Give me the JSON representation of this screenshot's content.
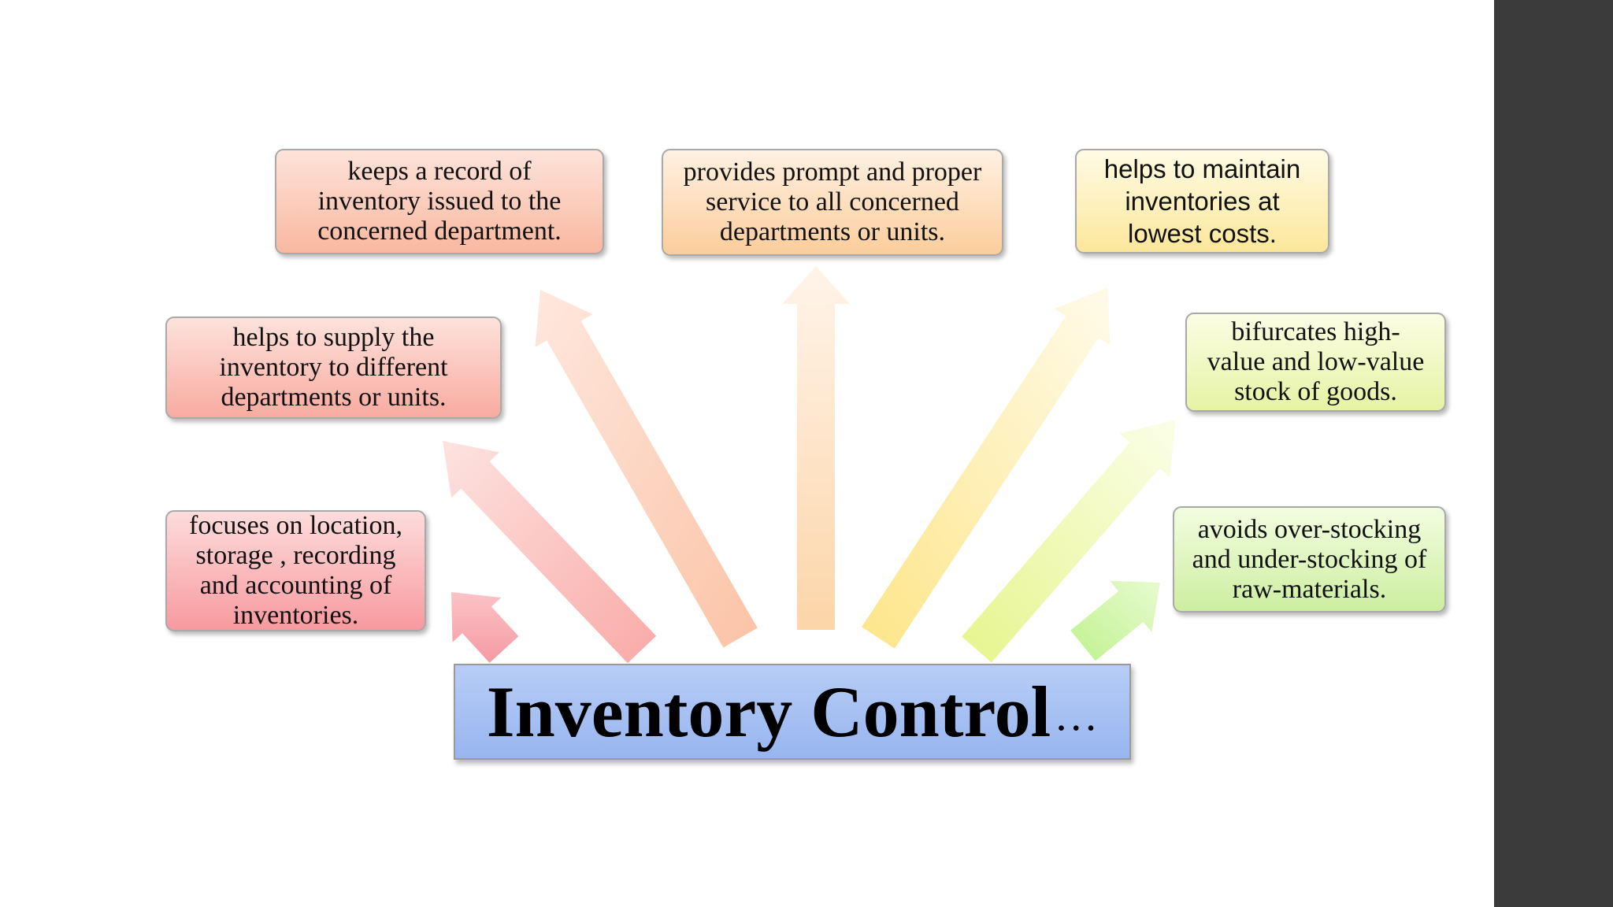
{
  "center": {
    "title": "Inventory Control",
    "ellipsis": "…"
  },
  "boxes": [
    {
      "id": "box-record",
      "text": [
        "keeps a record of",
        "inventory issued to the",
        "concerned department."
      ],
      "font": "serif",
      "colors": [
        "#fde3da",
        "#f9b8a0"
      ]
    },
    {
      "id": "box-service",
      "text": [
        "provides prompt and proper",
        "service to all concerned",
        "departments or units."
      ],
      "font": "serif",
      "colors": [
        "#fff1e2",
        "#fbcd9c"
      ]
    },
    {
      "id": "box-costs",
      "text": [
        "helps to maintain",
        "inventories at",
        "lowest costs."
      ],
      "font": "sans",
      "colors": [
        "#fffbe5",
        "#fbe79a"
      ]
    },
    {
      "id": "box-supply",
      "text": [
        "helps to supply the",
        "inventory to different",
        "departments or units."
      ],
      "font": "serif",
      "colors": [
        "#fde2dc",
        "#f8aba0"
      ]
    },
    {
      "id": "box-bifurcates",
      "text": [
        "bifurcates high-",
        "value and low-value",
        "stock of goods."
      ],
      "font": "serif",
      "colors": [
        "#fbfde4",
        "#e6f3a4"
      ]
    },
    {
      "id": "box-focuses",
      "text": [
        "focuses on location,",
        "storage , recording",
        "and accounting of",
        "inventories."
      ],
      "font": "serif",
      "colors": [
        "#fddcdc",
        "#f79a9f"
      ]
    },
    {
      "id": "box-avoids",
      "text": [
        "avoids over-stocking",
        "and under-stocking of",
        "raw-materials."
      ],
      "font": "serif",
      "colors": [
        "#f2fde0",
        "#cdeea0"
      ]
    }
  ],
  "colors": {
    "slide_background": "#ffffff",
    "sidebar": "#3b3b3b",
    "center_box_top": "#b7cdf6",
    "center_box_bottom": "#98b5ef"
  }
}
